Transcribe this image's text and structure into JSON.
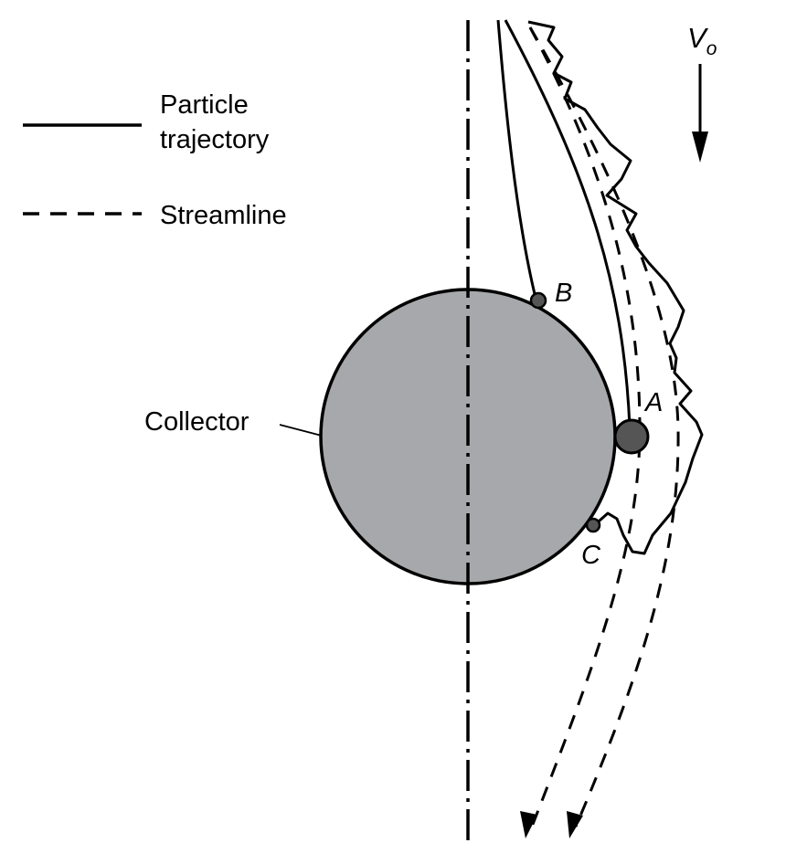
{
  "legend": {
    "trajectory_label_line1": "Particle",
    "trajectory_label_line2": "trajectory",
    "streamline_label": "Streamline"
  },
  "labels": {
    "collector": "Collector",
    "velocity": "V",
    "velocity_subscript": "o",
    "point_a": "A",
    "point_b": "B",
    "point_c": "C"
  },
  "colors": {
    "collector_fill": "#a7a8ab",
    "particle_fill": "#555555",
    "stroke": "#000000"
  }
}
